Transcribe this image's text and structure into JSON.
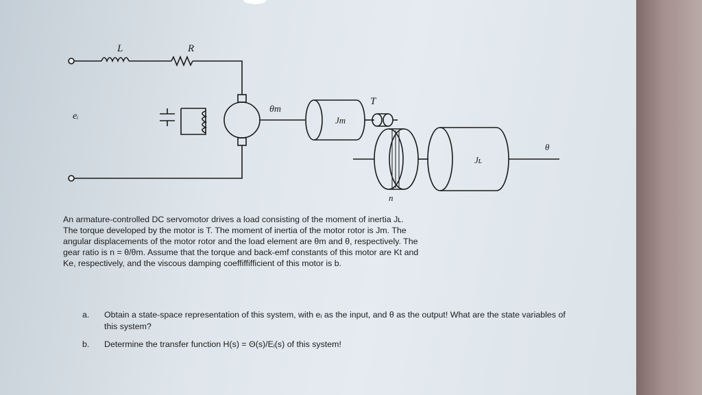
{
  "diagram": {
    "labels": {
      "inductor": "L",
      "resistor": "R",
      "input_voltage": "eᵢ",
      "motor_angle": "θm",
      "motor_inertia": "Jm",
      "torque": "T",
      "gear_ratio": "n",
      "load_inertia": "Jʟ",
      "output_angle": "θ"
    }
  },
  "problem": {
    "statement": "An armature-controlled DC servomotor drives a load consisting of the moment of inertia Jʟ. The torque developed by the motor is T. The moment of inertia of the motor rotor is Jm. The angular displacements of the motor rotor and the load element are θm and θ, respectively. The gear ratio is n = θ/θm. Assume that the torque and back-emf constants of this motor are Kt and Ke, respectively, and the viscous damping coeffiffifficient of this motor is b.",
    "parts": [
      {
        "label": "a.",
        "text": "Obtain a state-space representation of this system, with eᵢ as the input, and θ as the output! What are the state variables of this system?"
      },
      {
        "label": "b.",
        "text": "Determine the transfer function H(s) = Θ(s)/Eᵢ(s) of this system!"
      }
    ]
  }
}
